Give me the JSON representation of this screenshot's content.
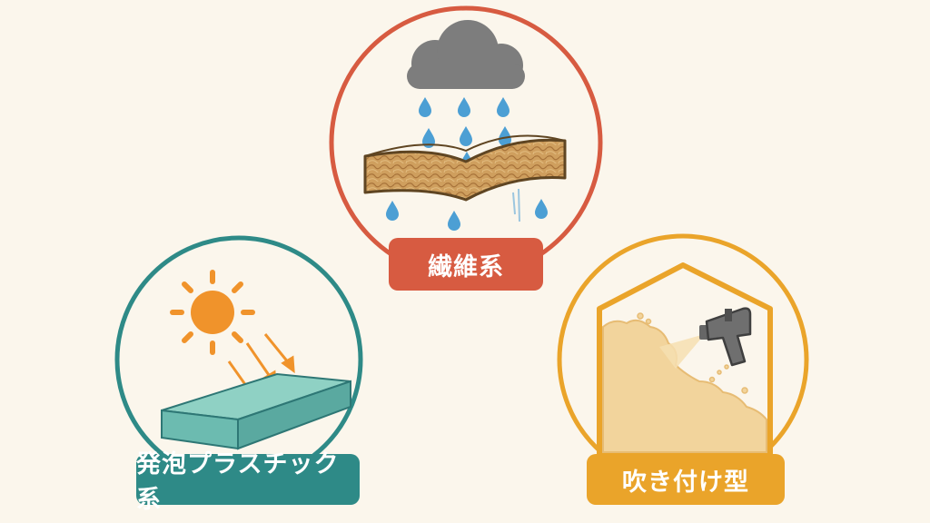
{
  "categories": {
    "fiber": {
      "label": "繊維系",
      "color": "#d75b41",
      "illustration": [
        "cloud-icon",
        "rain-drops",
        "fiber-insulation-mat"
      ]
    },
    "foam": {
      "label": "発泡プラスチック系",
      "color": "#2e8a87",
      "illustration": [
        "sun-icon",
        "heat-arrows",
        "foam-board"
      ]
    },
    "spray": {
      "label": "吹き付け型",
      "color": "#eaa42a",
      "illustration": [
        "house-outline",
        "spray-gun-icon",
        "spray-foam"
      ]
    }
  },
  "background": "#fbf6ec"
}
